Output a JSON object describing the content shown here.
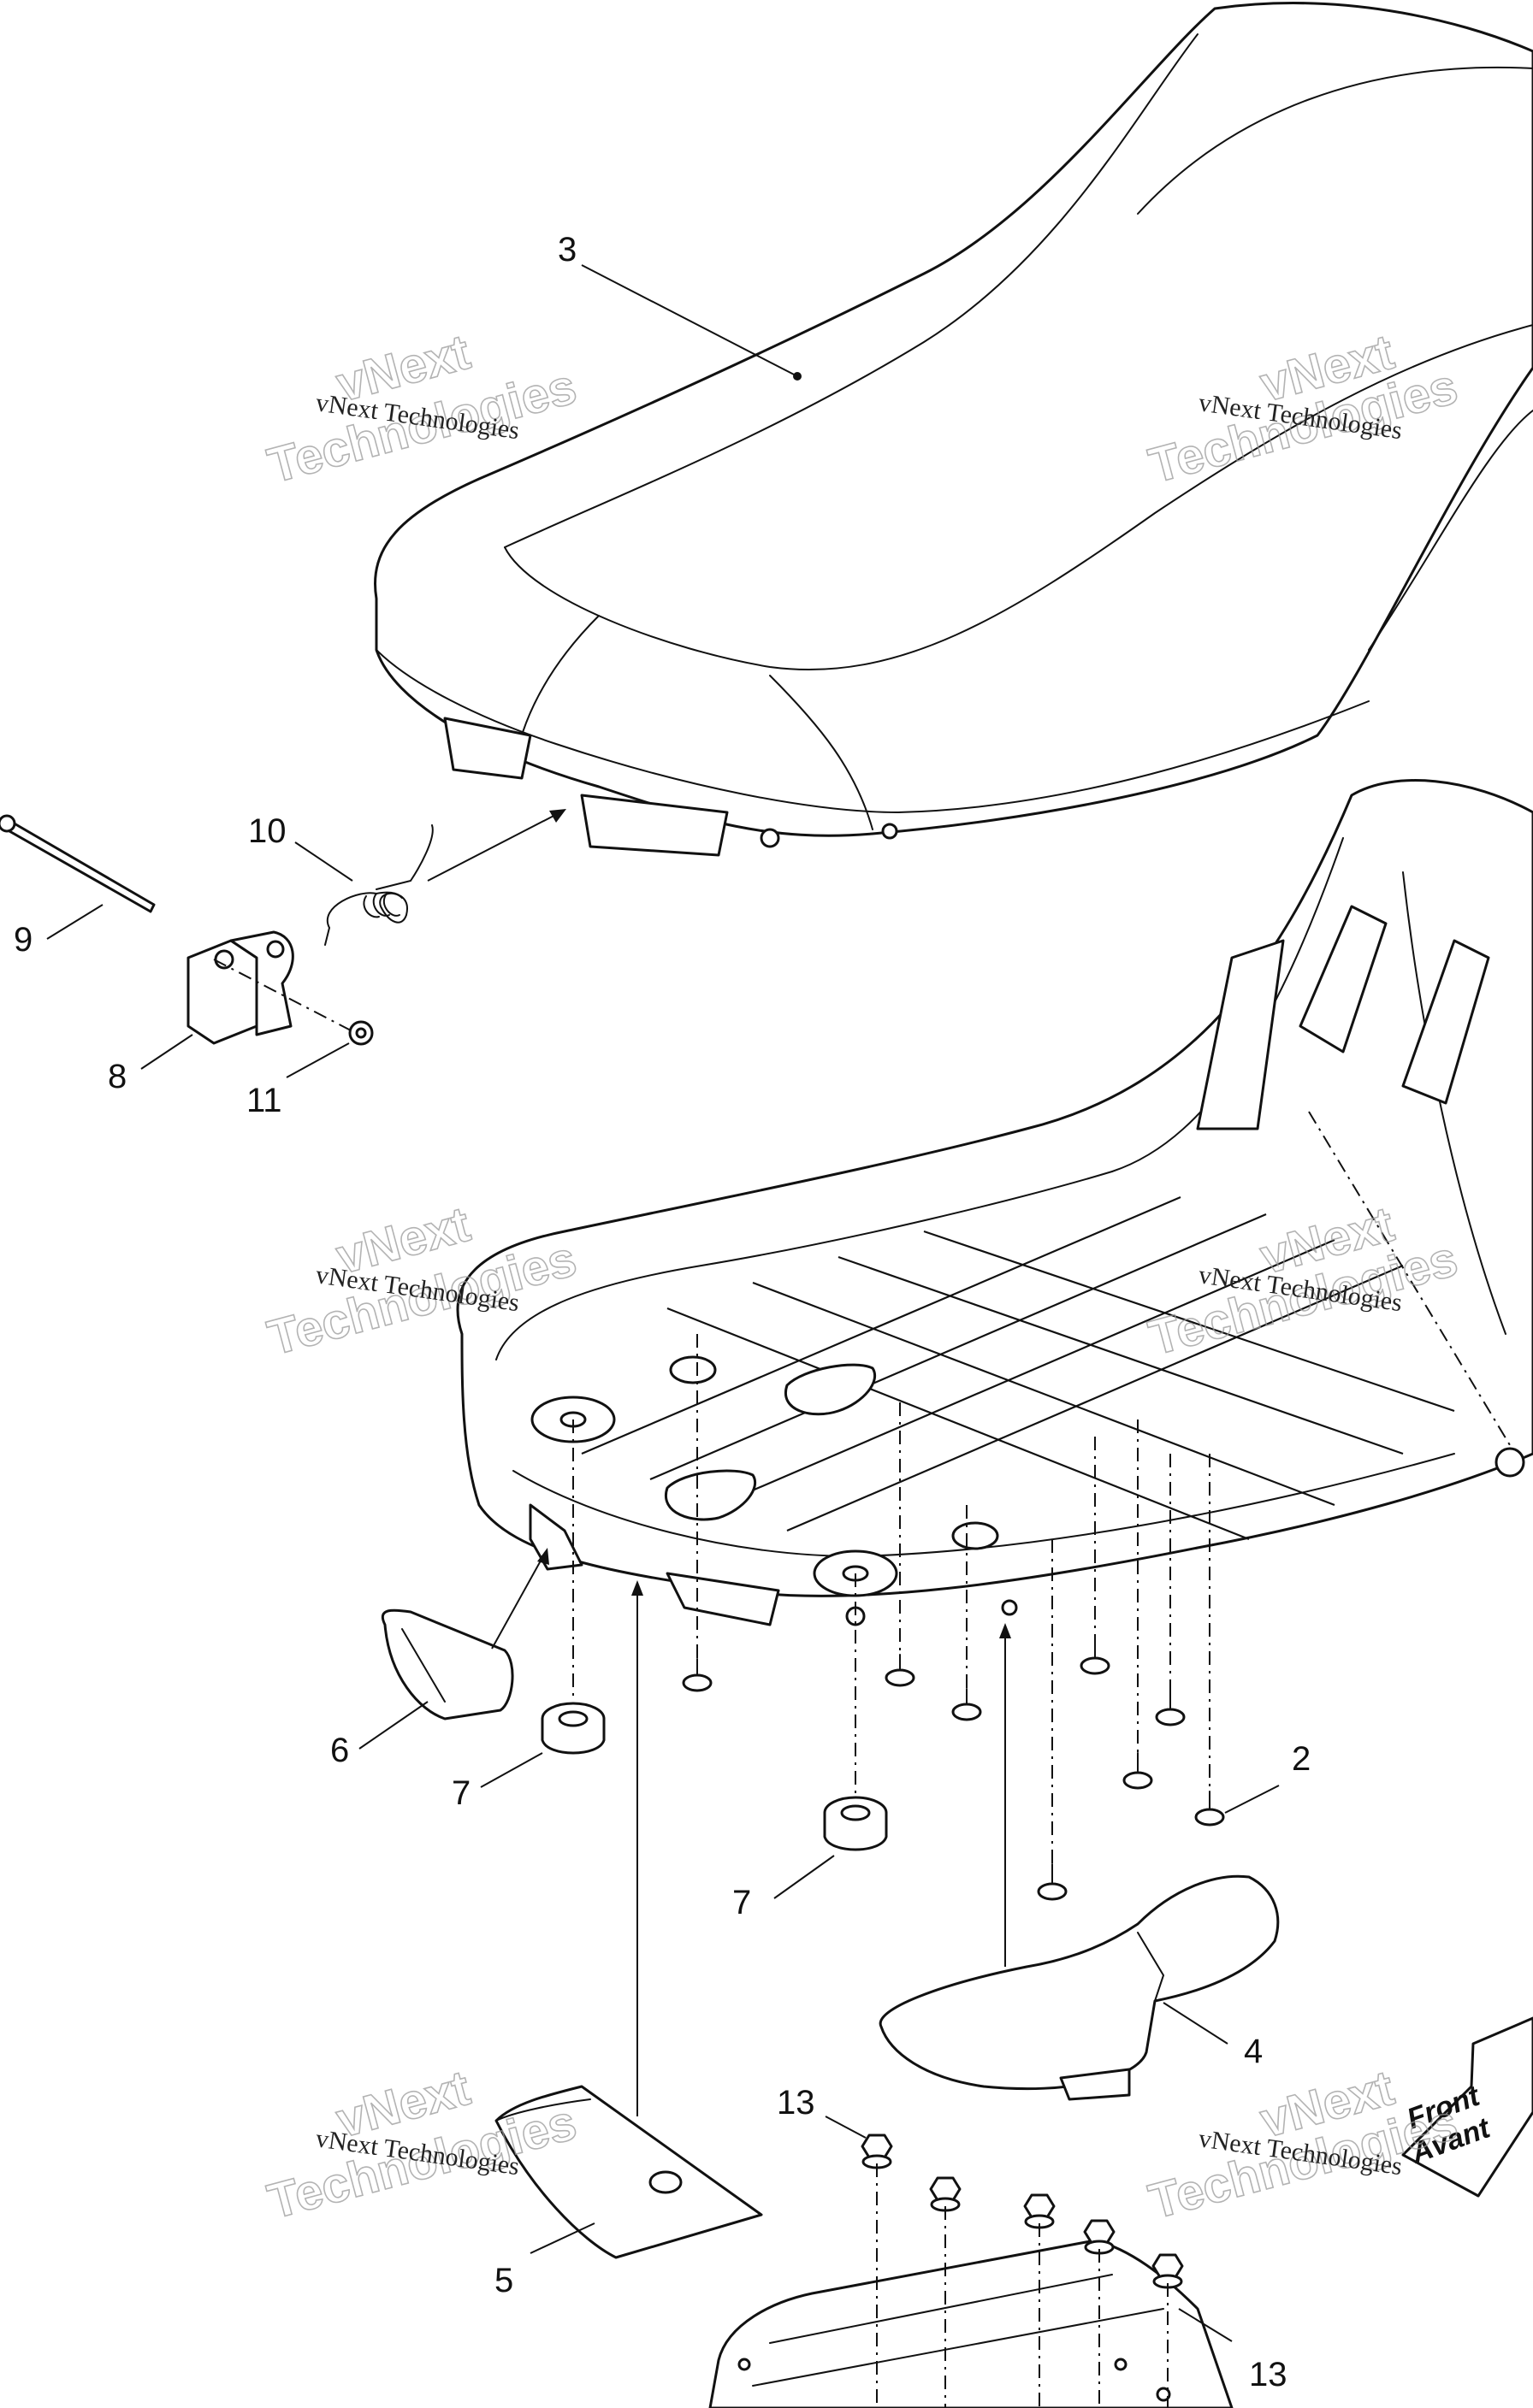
{
  "callouts": [
    {
      "id": "3",
      "label": "3"
    },
    {
      "id": "10",
      "label": "10"
    },
    {
      "id": "9",
      "label": "9"
    },
    {
      "id": "8",
      "label": "8"
    },
    {
      "id": "11",
      "label": "11"
    },
    {
      "id": "6",
      "label": "6"
    },
    {
      "id": "7a",
      "label": "7"
    },
    {
      "id": "7b",
      "label": "7"
    },
    {
      "id": "2",
      "label": "2"
    },
    {
      "id": "4",
      "label": "4"
    },
    {
      "id": "5",
      "label": "5"
    },
    {
      "id": "13a",
      "label": "13"
    },
    {
      "id": "13b",
      "label": "13"
    }
  ],
  "watermark": {
    "small": "vNext Technologies",
    "big_line1": "vNext",
    "big_line2": "Technologies"
  },
  "front_marker": {
    "line1": "Front",
    "line2": "Avant"
  },
  "colors": {
    "ink": "#111111",
    "watermark_outline": "#9a9a9a",
    "background": "#ffffff"
  }
}
